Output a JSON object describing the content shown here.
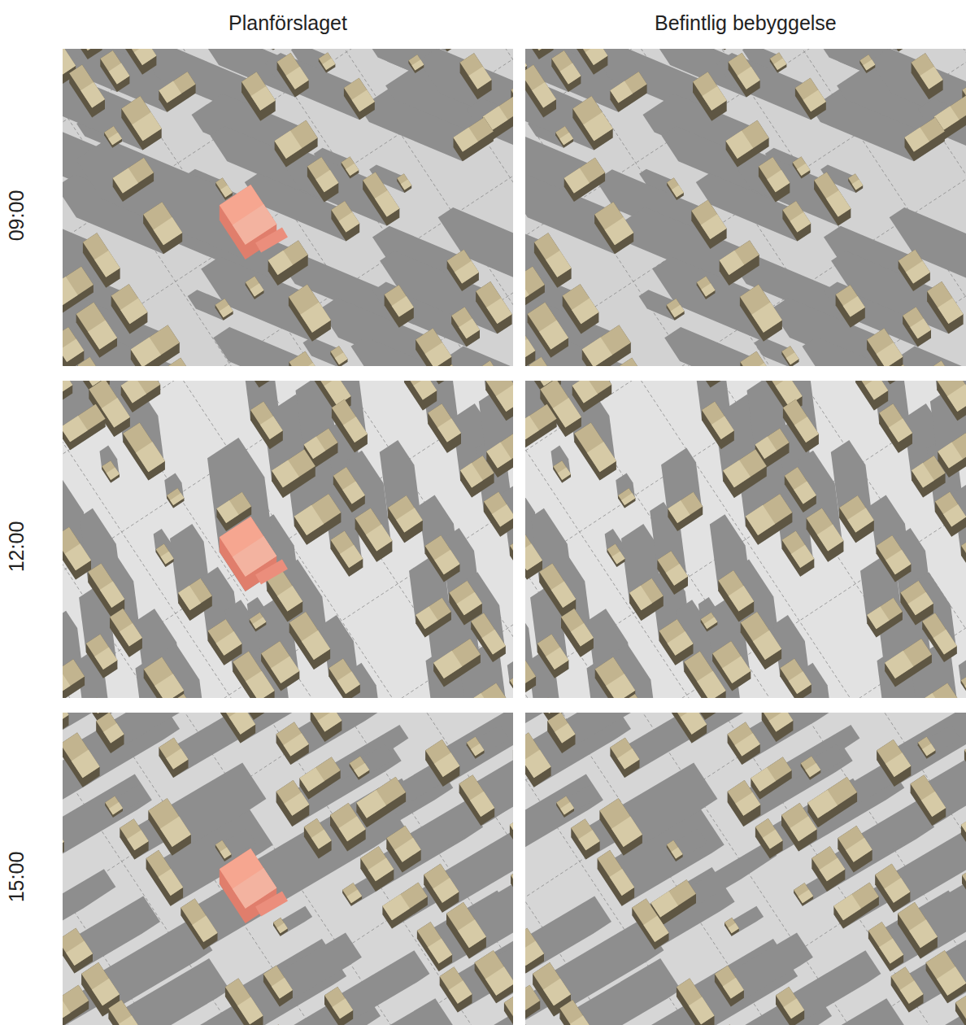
{
  "diagram": {
    "labels": [
      "Planförslaget",
      "Befintlig bebyggelse",
      "09:00",
      "12:00",
      "15:00"
    ]
  }
}
